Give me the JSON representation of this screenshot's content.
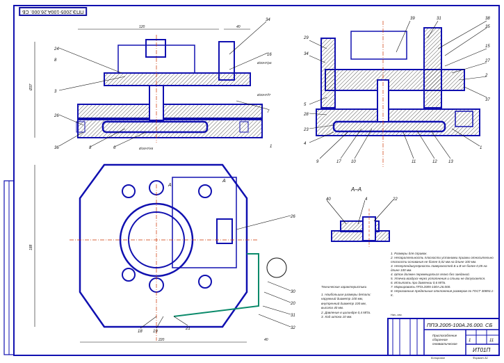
{
  "sheet": {
    "stamp_code": "ППЭ.2005-100А.26.000. СБ",
    "section_label": "А–А",
    "view_marker": "А"
  },
  "title_block": {
    "designation": "ППЭ.2005-100А.26.000. СБ",
    "name_line1": "Приспособление",
    "name_line2": "сборочное",
    "name_line3": "пневматическое",
    "sheet_num": "1",
    "scale": "11",
    "org": "ИТ01П",
    "copied": "Копировал",
    "format": "Формат А1",
    "check": "Нач.-нач."
  },
  "callouts": {
    "front": [
      "34",
      "24",
      "8",
      "3",
      "16",
      "7",
      "26",
      "36",
      "8",
      "6",
      "1"
    ],
    "side": [
      "29",
      "34",
      "39",
      "31",
      "38",
      "35",
      "15",
      "27",
      "2",
      "37",
      "5",
      "28",
      "23",
      "4",
      "9",
      "17",
      "10",
      "11",
      "12",
      "13",
      "1"
    ],
    "plan": [
      "26",
      "30",
      "20",
      "31",
      "32",
      "18",
      "19",
      "21"
    ],
    "section": [
      "40",
      "4",
      "22"
    ]
  },
  "dimensions": {
    "front_width": "120",
    "front_height": "Ø37",
    "front_right": "40",
    "plan_width": "220",
    "plan_height": "188",
    "plan_right": "40",
    "fit1": "Ø20Н7/р6",
    "fit2": "Ø20Н7/f7",
    "fit3": "Ø16Н7/к6"
  },
  "tech_requirements": {
    "heading": "Технические характеристики",
    "items": [
      "1. Наибольшие размеры детали:",
      "   наружный диаметр 100 мм,",
      "   внутренний диаметр 100 мм,",
      "   высота 40 мм.",
      "2. Давление в цилиндре 0,4 МПа.",
      "3. Ход штока 10 мм."
    ]
  },
  "notes": [
    "1. Размеры для справок.",
    "2. Непараллельность плоскости установки призмы относительно плоскости основания не более 0,02 мм на длине 100 мм.",
    "3. Неперпендикулярность поверхностей Б и В не более 0,05 на длине 100 мм.",
    "4. Шток должен перемещаться легко без заеданий.",
    "5. Утечка воздуха через уплотнения и стыки не допускается.",
    "6. Испытать при давлении 0,6 МПа.",
    "7. Маркировать ППЭ.2005-100А.26.000.",
    "8. Неуказанные предельные отклонения размеров по ГОСТ 30893.1-К."
  ],
  "colors": {
    "outline": "#1010b0",
    "line": "#111111",
    "axis": "#cc3300",
    "accent": "#0a8a6a"
  }
}
